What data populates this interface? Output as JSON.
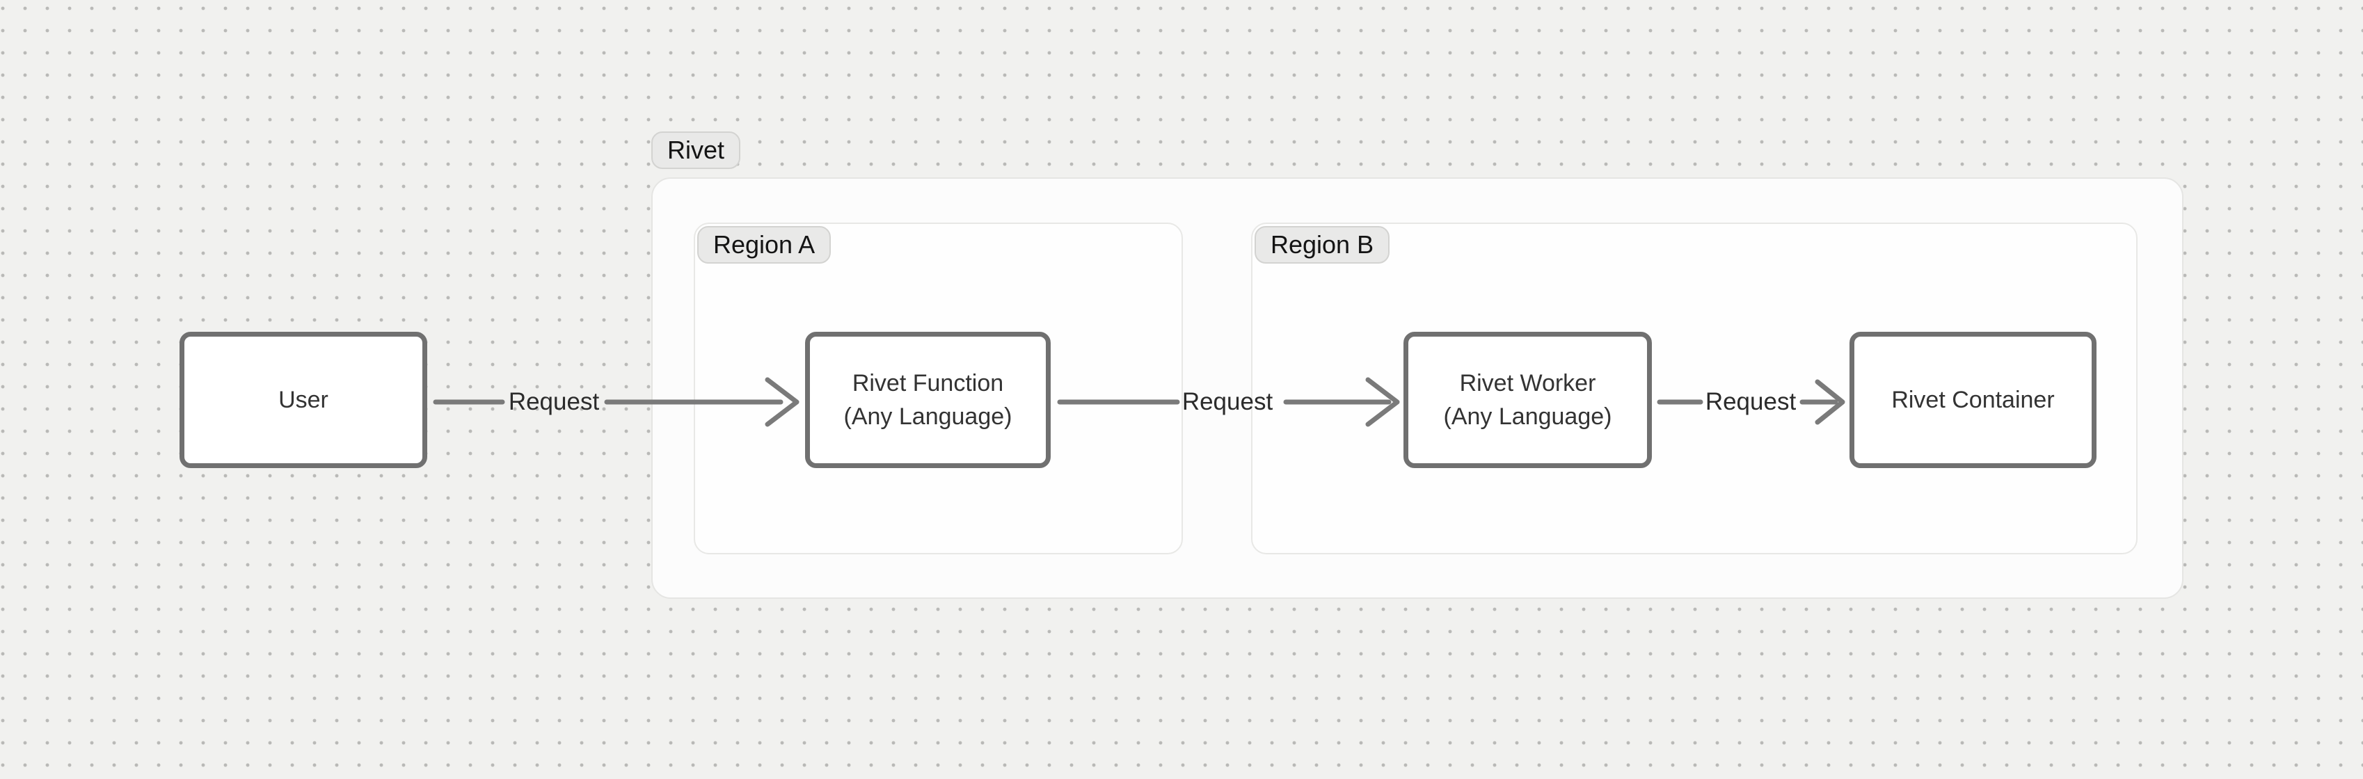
{
  "diagram": {
    "group": {
      "label": "Rivet"
    },
    "regions": [
      {
        "label": "Region A"
      },
      {
        "label": "Region B"
      }
    ],
    "nodes": [
      {
        "id": "user",
        "label": "User"
      },
      {
        "id": "rivet-function",
        "line1": "Rivet Function",
        "line2": "(Any Language)"
      },
      {
        "id": "rivet-worker",
        "line1": "Rivet Worker",
        "line2": "(Any Language)"
      },
      {
        "id": "rivet-container",
        "label": "Rivet Container"
      }
    ],
    "edges": [
      {
        "from": "user",
        "to": "rivet-function",
        "label": "Request"
      },
      {
        "from": "rivet-function",
        "to": "rivet-worker",
        "label": "Request"
      },
      {
        "from": "rivet-worker",
        "to": "rivet-container",
        "label": "Request"
      }
    ]
  },
  "colors": {
    "canvas_bg": "#f1f1ef",
    "grid_dot": "#b9b9b7",
    "group_card_bg": "#fcfcfc",
    "group_card_border": "#e5e5e3",
    "region_border": "#e8e8e6",
    "tag_bg": "#e9e9e8",
    "tag_border": "#d3d3d1",
    "node_bg": "#ffffff",
    "node_border": "#707070",
    "node_text": "#333333",
    "arrow": "#7a7a7a",
    "edge_label_text": "#2b2b2b"
  }
}
